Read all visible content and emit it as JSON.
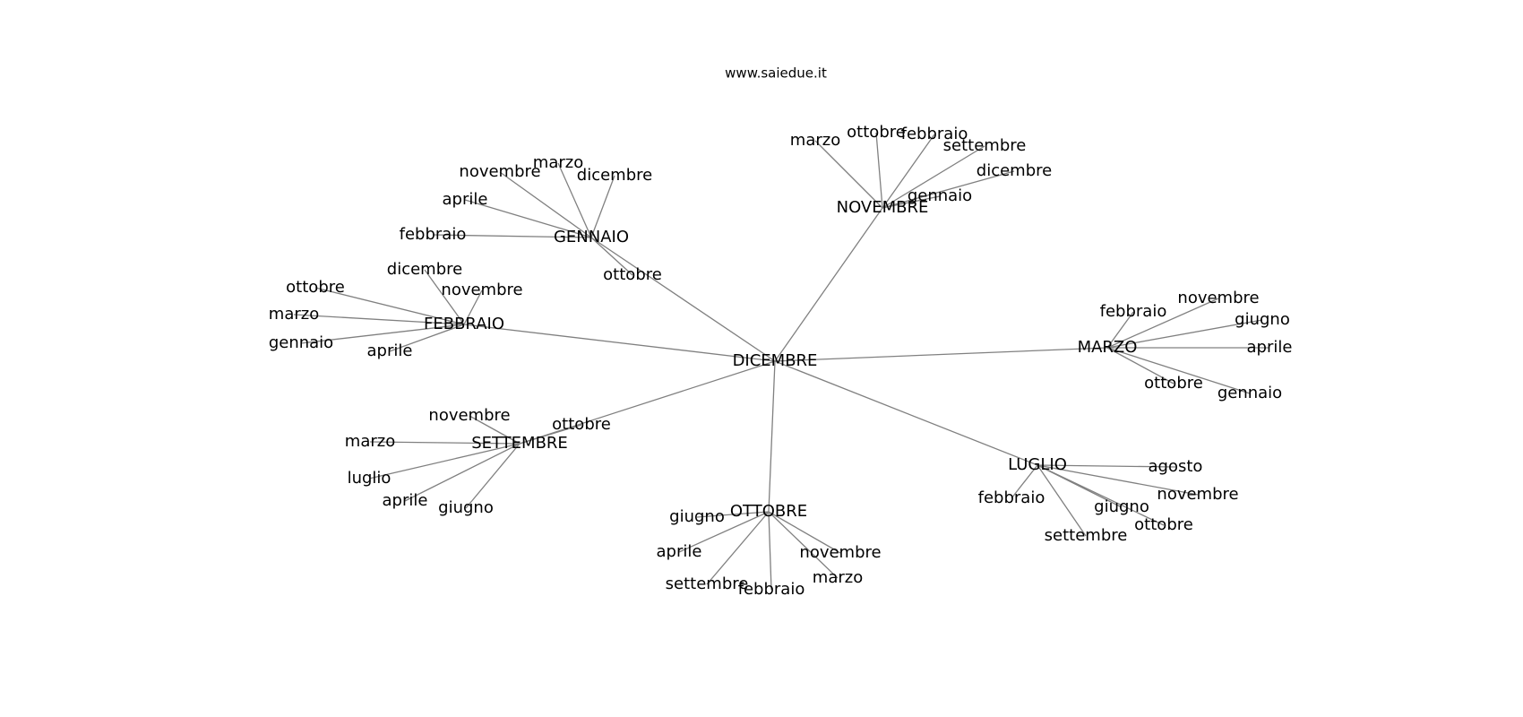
{
  "source": "www.saiedue.it",
  "colors": {
    "edge": "#808080",
    "text": "#000000",
    "background": "#ffffff"
  },
  "graph": {
    "root": "DICEMBRE",
    "hubs": [
      {
        "label": "GENNAIO",
        "leaves": [
          "novembre",
          "marzo",
          "dicembre",
          "aprile",
          "febbraio",
          "ottobre"
        ]
      },
      {
        "label": "NOVEMBRE",
        "leaves": [
          "marzo",
          "ottobre",
          "febbraio",
          "settembre",
          "dicembre",
          "gennaio"
        ]
      },
      {
        "label": "FEBBRAIO",
        "leaves": [
          "dicembre",
          "ottobre",
          "novembre",
          "marzo",
          "gennaio",
          "aprile"
        ]
      },
      {
        "label": "MARZO",
        "leaves": [
          "febbraio",
          "novembre",
          "giugno",
          "aprile",
          "ottobre",
          "gennaio"
        ]
      },
      {
        "label": "SETTEMBRE",
        "leaves": [
          "novembre",
          "ottobre",
          "marzo",
          "luglio",
          "aprile",
          "giugno"
        ]
      },
      {
        "label": "LUGLIO",
        "leaves": [
          "agosto",
          "febbraio",
          "novembre",
          "giugno",
          "ottobre",
          "settembre"
        ]
      },
      {
        "label": "OTTOBRE",
        "leaves": [
          "giugno",
          "aprile",
          "novembre",
          "settembre",
          "febbraio",
          "marzo"
        ]
      }
    ]
  }
}
